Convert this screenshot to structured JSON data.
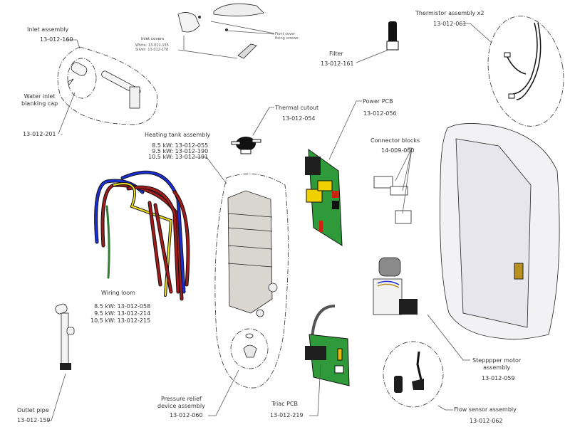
{
  "diagram": {
    "type": "exploded-parts-diagram",
    "parts": {
      "inlet_assembly": {
        "name": "Inlet assembly",
        "code": "13-012-160"
      },
      "water_inlet_blanking_cap": {
        "name_line1": "Water inlet",
        "name_line2": "blanking cap",
        "code": "13-012-201",
        "suffix": "-"
      },
      "inlet_covers": {
        "name": "Inlet covers",
        "white": "White: 13-012-155",
        "silver": "Silver: 13-012-178"
      },
      "front_cover_fixing_screws": {
        "name_line1": "Front cover",
        "name_line2": "fixing screws"
      },
      "filter": {
        "name": "Filter",
        "code": "13-012-161"
      },
      "thermistor_assembly": {
        "name": "Thermistor assembly  x2",
        "code": "13-012-061"
      },
      "thermal_cutout": {
        "name": "Thermal cutout",
        "code": "13-012-054"
      },
      "power_pcb": {
        "name": "Power PCB",
        "code": "13-012-056"
      },
      "heating_tank_assembly": {
        "name": "Heating tank assembly",
        "variants": [
          "8.5 kW: 13-012-055",
          "9.5 kW: 13-012-190",
          "10.5 kW: 13-012-191"
        ]
      },
      "connector_blocks": {
        "name": "Connector blocks",
        "code": "14-009-060"
      },
      "wiring_loom": {
        "name": "Wiring loom",
        "variants": [
          "8.5 kW: 13-012-058",
          "9.5 kW: 13-012-214",
          "10.5 kW: 13-012-215"
        ]
      },
      "outlet_pipe": {
        "name": "Outlet pipe",
        "code": "13-012-159"
      },
      "pressure_relief_device": {
        "name_line1": "Pressure relief",
        "name_line2": "device assembly",
        "code": "13-012-060"
      },
      "triac_pcb": {
        "name": "Triac PCB",
        "code": "13-012-219"
      },
      "stepper_motor_assembly": {
        "name_line1": "Stepppper motor",
        "name_line2": "assembly",
        "code": "13-012-059"
      },
      "flow_sensor_assembly": {
        "name": "Flow sensor assembly",
        "code": "13-012-062"
      }
    },
    "colors": {
      "wire_red": "#a31b1b",
      "wire_blue": "#1a2fd6",
      "wire_yellow": "#f2e21a",
      "wire_green": "#2e7d32",
      "pcb_green": "#2f9a3a",
      "component_black": "#1e1e1e",
      "brass": "#b8901e"
    }
  }
}
